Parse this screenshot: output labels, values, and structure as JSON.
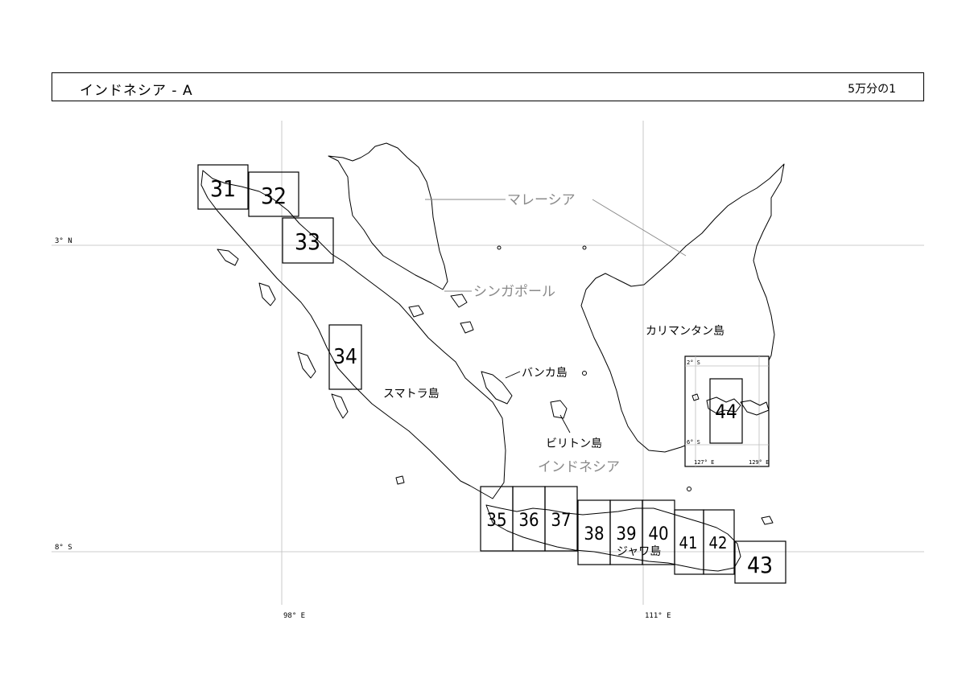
{
  "header": {
    "title": "インドネシア - A",
    "scale": "5万分の1"
  },
  "coordinates": {
    "lat_north": "3° N",
    "lat_south": "8° S",
    "lon_west": "98° E",
    "lon_east": "111° E"
  },
  "labels": {
    "malaysia": "マレーシア",
    "singapore": "シンガポール",
    "kalimantan": "カリマンタン島",
    "bangka": "バンカ島",
    "sumatra": "スマトラ島",
    "belitung": "ビリトン島",
    "indonesia": "インドネシア",
    "java": "ジャワ島"
  },
  "sheets": [
    "31",
    "32",
    "33",
    "34",
    "35",
    "36",
    "37",
    "38",
    "39",
    "40",
    "41",
    "42",
    "43",
    "44"
  ],
  "inset": {
    "lat_top": "2° S",
    "lat_bottom": "6° S",
    "lon_left": "127° E",
    "lon_right": "129° E"
  }
}
